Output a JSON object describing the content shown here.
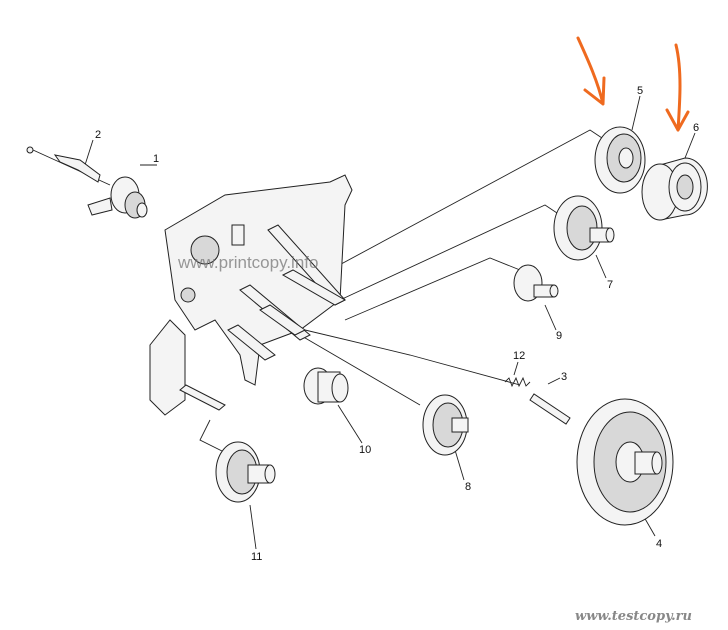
{
  "diagram": {
    "callouts": [
      "1",
      "2",
      "3",
      "4",
      "5",
      "6",
      "7",
      "8",
      "9",
      "10",
      "11",
      "12"
    ],
    "watermark_main": "www.printcopy.info",
    "watermark_corner": "www.testcopy.ru",
    "arrow_color": "#ef6a1f"
  }
}
